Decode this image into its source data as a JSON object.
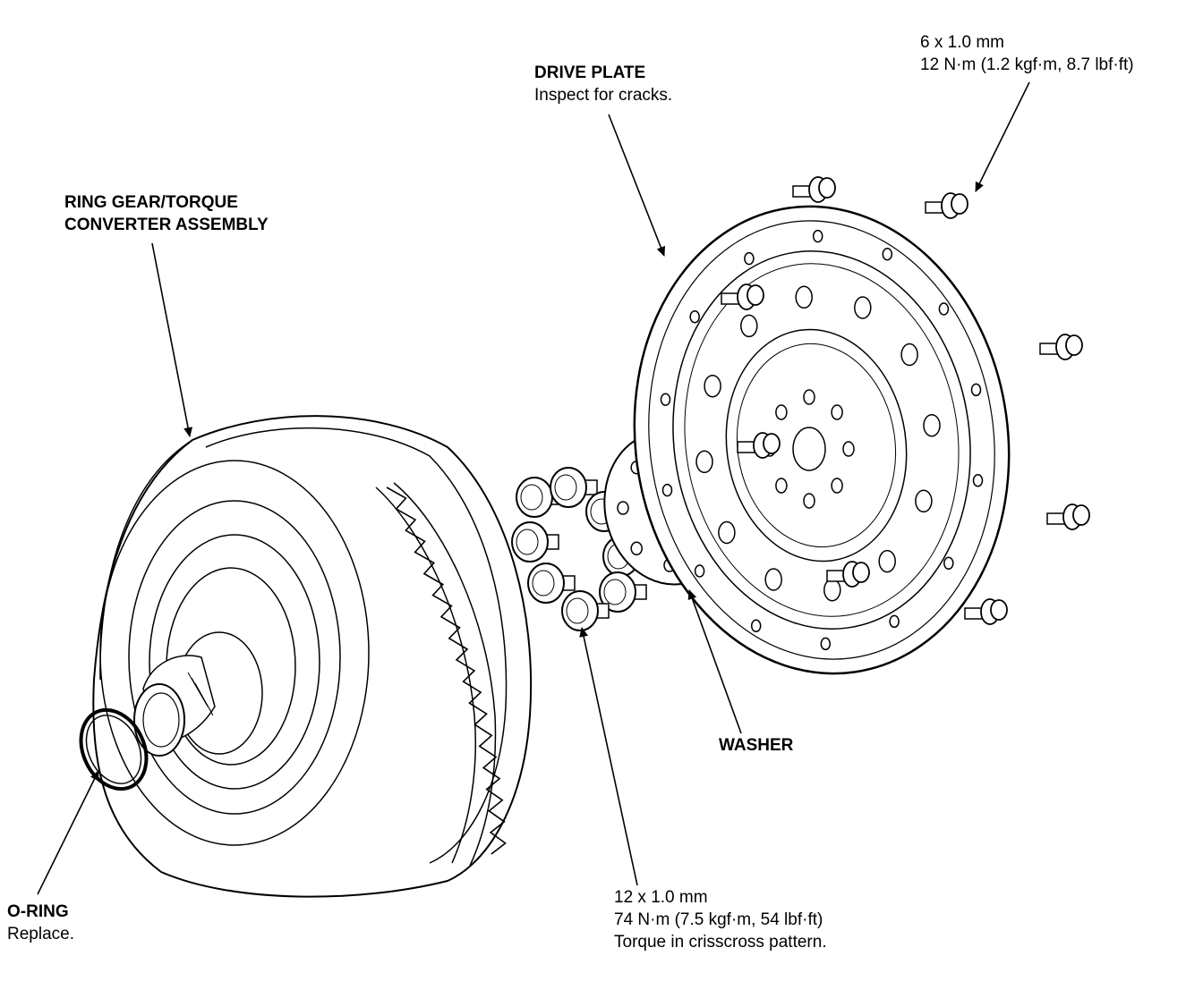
{
  "labels": {
    "bolt_small_size": "6 x 1.0 mm",
    "bolt_small_torque": "12 N·m (1.2 kgf·m, 8.7 lbf·ft)",
    "drive_plate_title": "DRIVE PLATE",
    "drive_plate_note": "Inspect for cracks.",
    "ring_gear_line1": "RING GEAR/TORQUE",
    "ring_gear_line2": "CONVERTER ASSEMBLY",
    "washer": "WASHER",
    "o_ring_title": "O-RING",
    "o_ring_note": "Replace.",
    "bolt_large_size": "12 x 1.0 mm",
    "bolt_large_torque": "74 N·m (7.5 kgf·m, 54 lbf·ft)",
    "bolt_large_note": "Torque in crisscross pattern."
  },
  "colors": {
    "ink": "#000000",
    "paper": "#ffffff"
  }
}
